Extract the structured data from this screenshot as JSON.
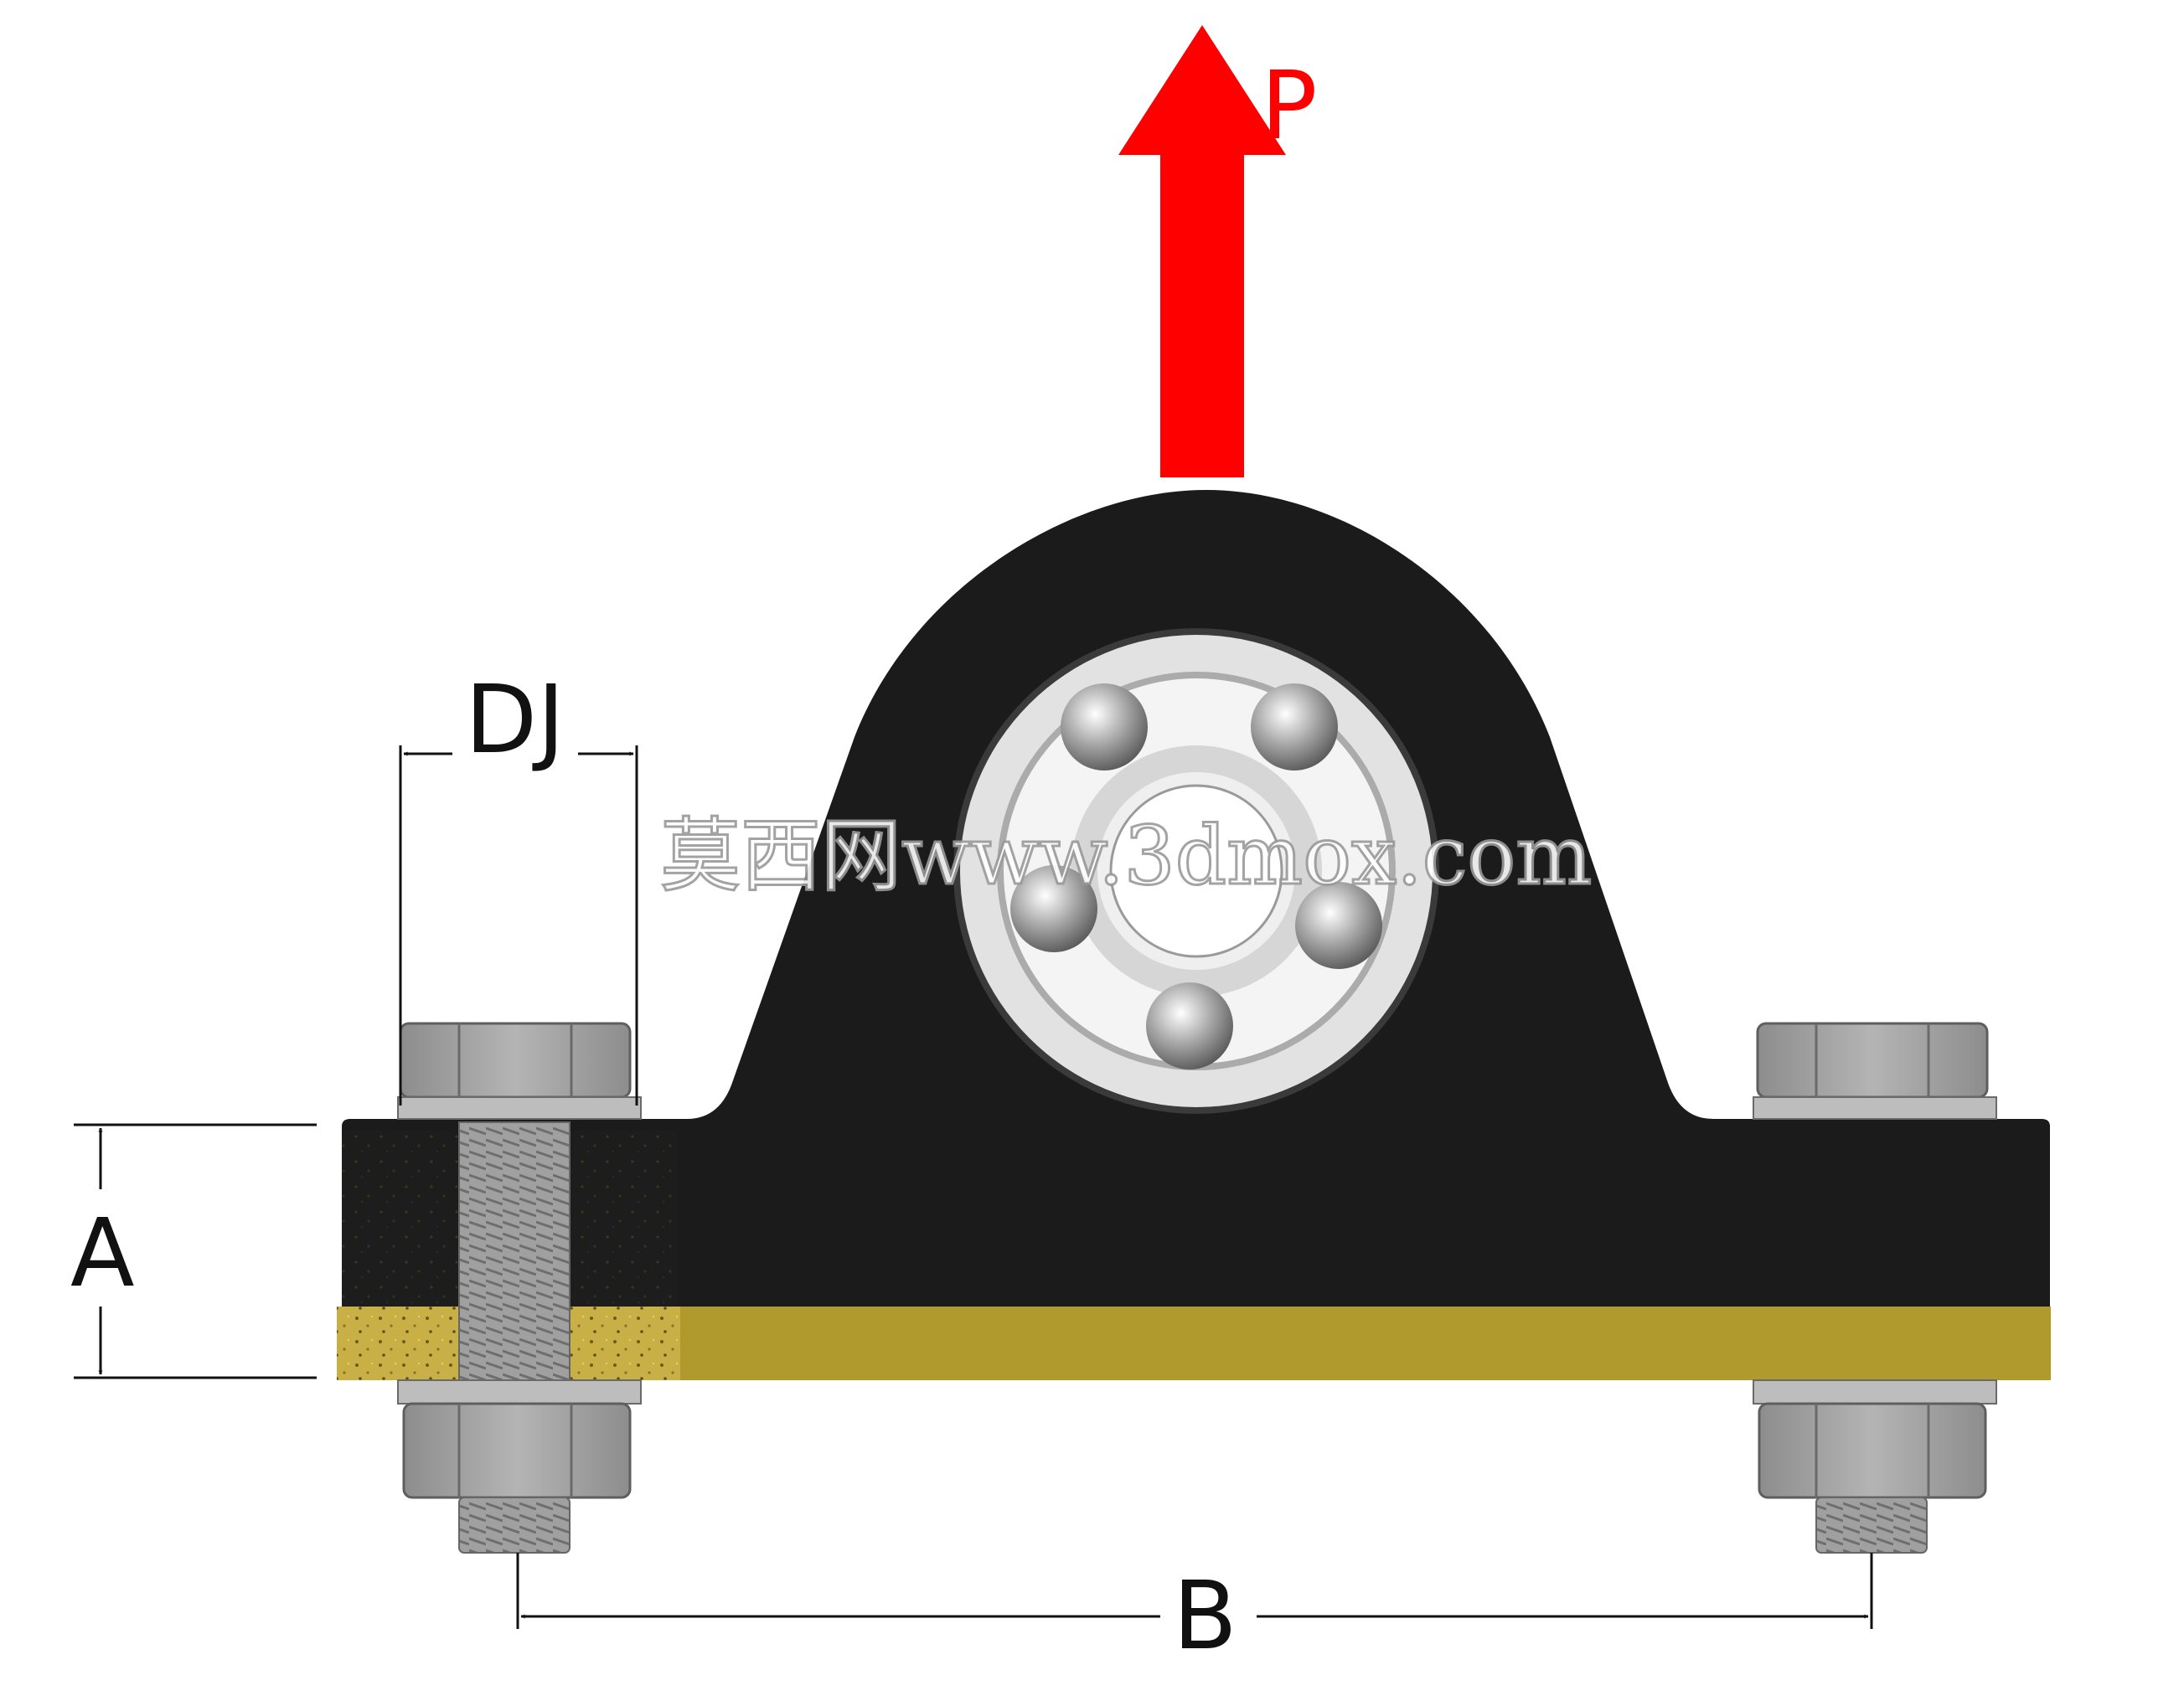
{
  "diagram": {
    "labels": {
      "force": "P",
      "bolt_diameter": "DJ",
      "height": "A",
      "bolt_spacing": "B"
    },
    "watermark": "莫西网www.3dmox.com",
    "colors": {
      "force_arrow": "#ff0000",
      "housing": "#1b1b1b",
      "pad": "#b09a2e",
      "bolt": "#a9a9a9",
      "bearing": "#d9d9d9",
      "dimension_lines": "#111111"
    }
  }
}
